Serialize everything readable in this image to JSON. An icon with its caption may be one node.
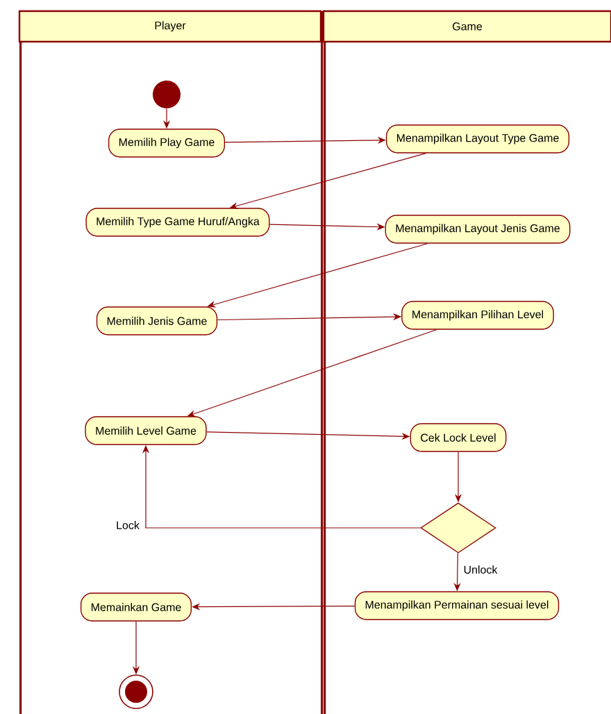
{
  "diagram": {
    "nodes": [
      {
        "text": [
          "Player"
        ]
      },
      {
        "text": [
          "Game"
        ]
      },
      {
        "text": [],
        "shape": "circle",
        "in": 0
      },
      {
        "text": [
          "Memilih Play Game"
        ],
        "in": 0
      },
      {
        "text": [
          "Menampilkan Layout Type Game"
        ],
        "in": 1
      },
      {
        "text": [
          "Memilih Type Game Huruf/Angka"
        ],
        "in": 0
      },
      {
        "text": [
          "Menampilkan Layout Jenis Game"
        ],
        "in": 1
      },
      {
        "text": [
          "Memilih Jenis Game"
        ],
        "in": 0
      },
      {
        "text": [
          "Menampilkan Pilihan Level"
        ],
        "in": 1
      },
      {
        "text": [
          "Memilih Level Game"
        ],
        "in": 0
      },
      {
        "text": [
          "Cek Lock Level"
        ],
        "in": 1
      },
      {
        "text": [],
        "shape": "diamond",
        "in": 1
      },
      {
        "text": [
          "Menampilkan Permainan sesuai level"
        ],
        "in": 1
      },
      {
        "text": [
          "Memainkan Game"
        ],
        "in": 0
      },
      {
        "text": [],
        "shape": "bullseye",
        "in": 0
      }
    ],
    "edges": [
      {
        "from": 2,
        "to": 3,
        "arrow": "to"
      },
      {
        "from": 3,
        "to": 4,
        "arrow": "to"
      },
      {
        "from": 4,
        "to": 5,
        "arrow": "to"
      },
      {
        "from": 5,
        "to": 6,
        "arrow": "to"
      },
      {
        "from": 6,
        "to": 7,
        "arrow": "to"
      },
      {
        "from": 7,
        "to": 8,
        "arrow": "to"
      },
      {
        "from": 8,
        "to": 9,
        "arrow": "to"
      },
      {
        "from": 9,
        "to": 10,
        "arrow": "to"
      },
      {
        "from": 10,
        "to": 11,
        "arrow": "to"
      },
      {
        "from": 11,
        "to": 9,
        "arrow": "to",
        "label": "Lock"
      },
      {
        "from": 11,
        "to": 12,
        "arrow": "to",
        "label": "Unlock"
      },
      {
        "from": 12,
        "to": 13,
        "arrow": "to"
      },
      {
        "from": 13,
        "to": 14,
        "arrow": "to"
      }
    ]
  }
}
